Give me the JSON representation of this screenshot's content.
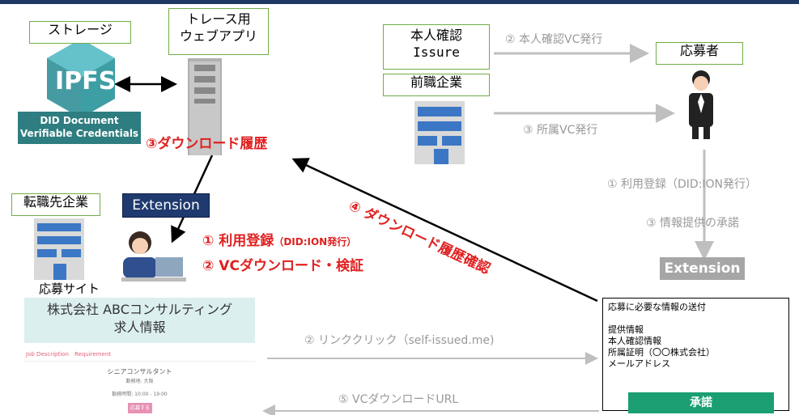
{
  "storage": {
    "label": "ストレージ"
  },
  "ipfs": {
    "logo_text": "IPFS",
    "caption_line1": "DID Document",
    "caption_line2": "Verifiable Credentials"
  },
  "trace_app": {
    "label_line1": "トレース用",
    "label_line2": "ウェブアプリ"
  },
  "download_history": {
    "label": "③ダウンロード履歴"
  },
  "extension_badge": {
    "label": "Extension"
  },
  "company": {
    "label": "転職先企業",
    "site_label": "応募サイト"
  },
  "steps_left": {
    "step1": "① 利用登録",
    "step1_note": "（DID:ION発行）",
    "step2": "② VCダウンロード・検証"
  },
  "diagonal": {
    "label": "④ ダウンロード履歴確認"
  },
  "identity": {
    "label_line1": "本人確認",
    "label_line2": "Issure",
    "arrow_label": "② 本人確認VC発行"
  },
  "prev_employer": {
    "label": "前職企業",
    "arrow_label": "③ 所属VC発行"
  },
  "applicant": {
    "label": "応募者"
  },
  "steps_right": {
    "step1": "① 利用登録（DID:ION発行）",
    "step3": "③ 情報提供の承諾"
  },
  "extension_gray": {
    "label": "Extension"
  },
  "job_page": {
    "title_line1": "株式会社 ABCコンサルティング",
    "title_line2": "求人情報",
    "tab1": "Job Description",
    "tab2": "Requirement",
    "position": "シニアコンサルタント",
    "location": "勤務地: 大阪",
    "hours": "勤務時間: 10:00 - 19:00",
    "apply": "応募する"
  },
  "link_click": {
    "label": "② リンククリック（self-issued.me)"
  },
  "vc_url": {
    "label": "⑤ VCダウンロードURL"
  },
  "panel": {
    "title": "応募に必要な情報の送付",
    "section": "提供情報",
    "item1": "本人確認情報",
    "item2": "所属証明（〇〇株式会社）",
    "item3": "メールアドレス",
    "button": "承諾"
  },
  "colors": {
    "red": "#e02020",
    "gray": "#999999",
    "green_border": "#70ad47",
    "navy": "#1f3a6e",
    "teal": "#1a9e72"
  }
}
